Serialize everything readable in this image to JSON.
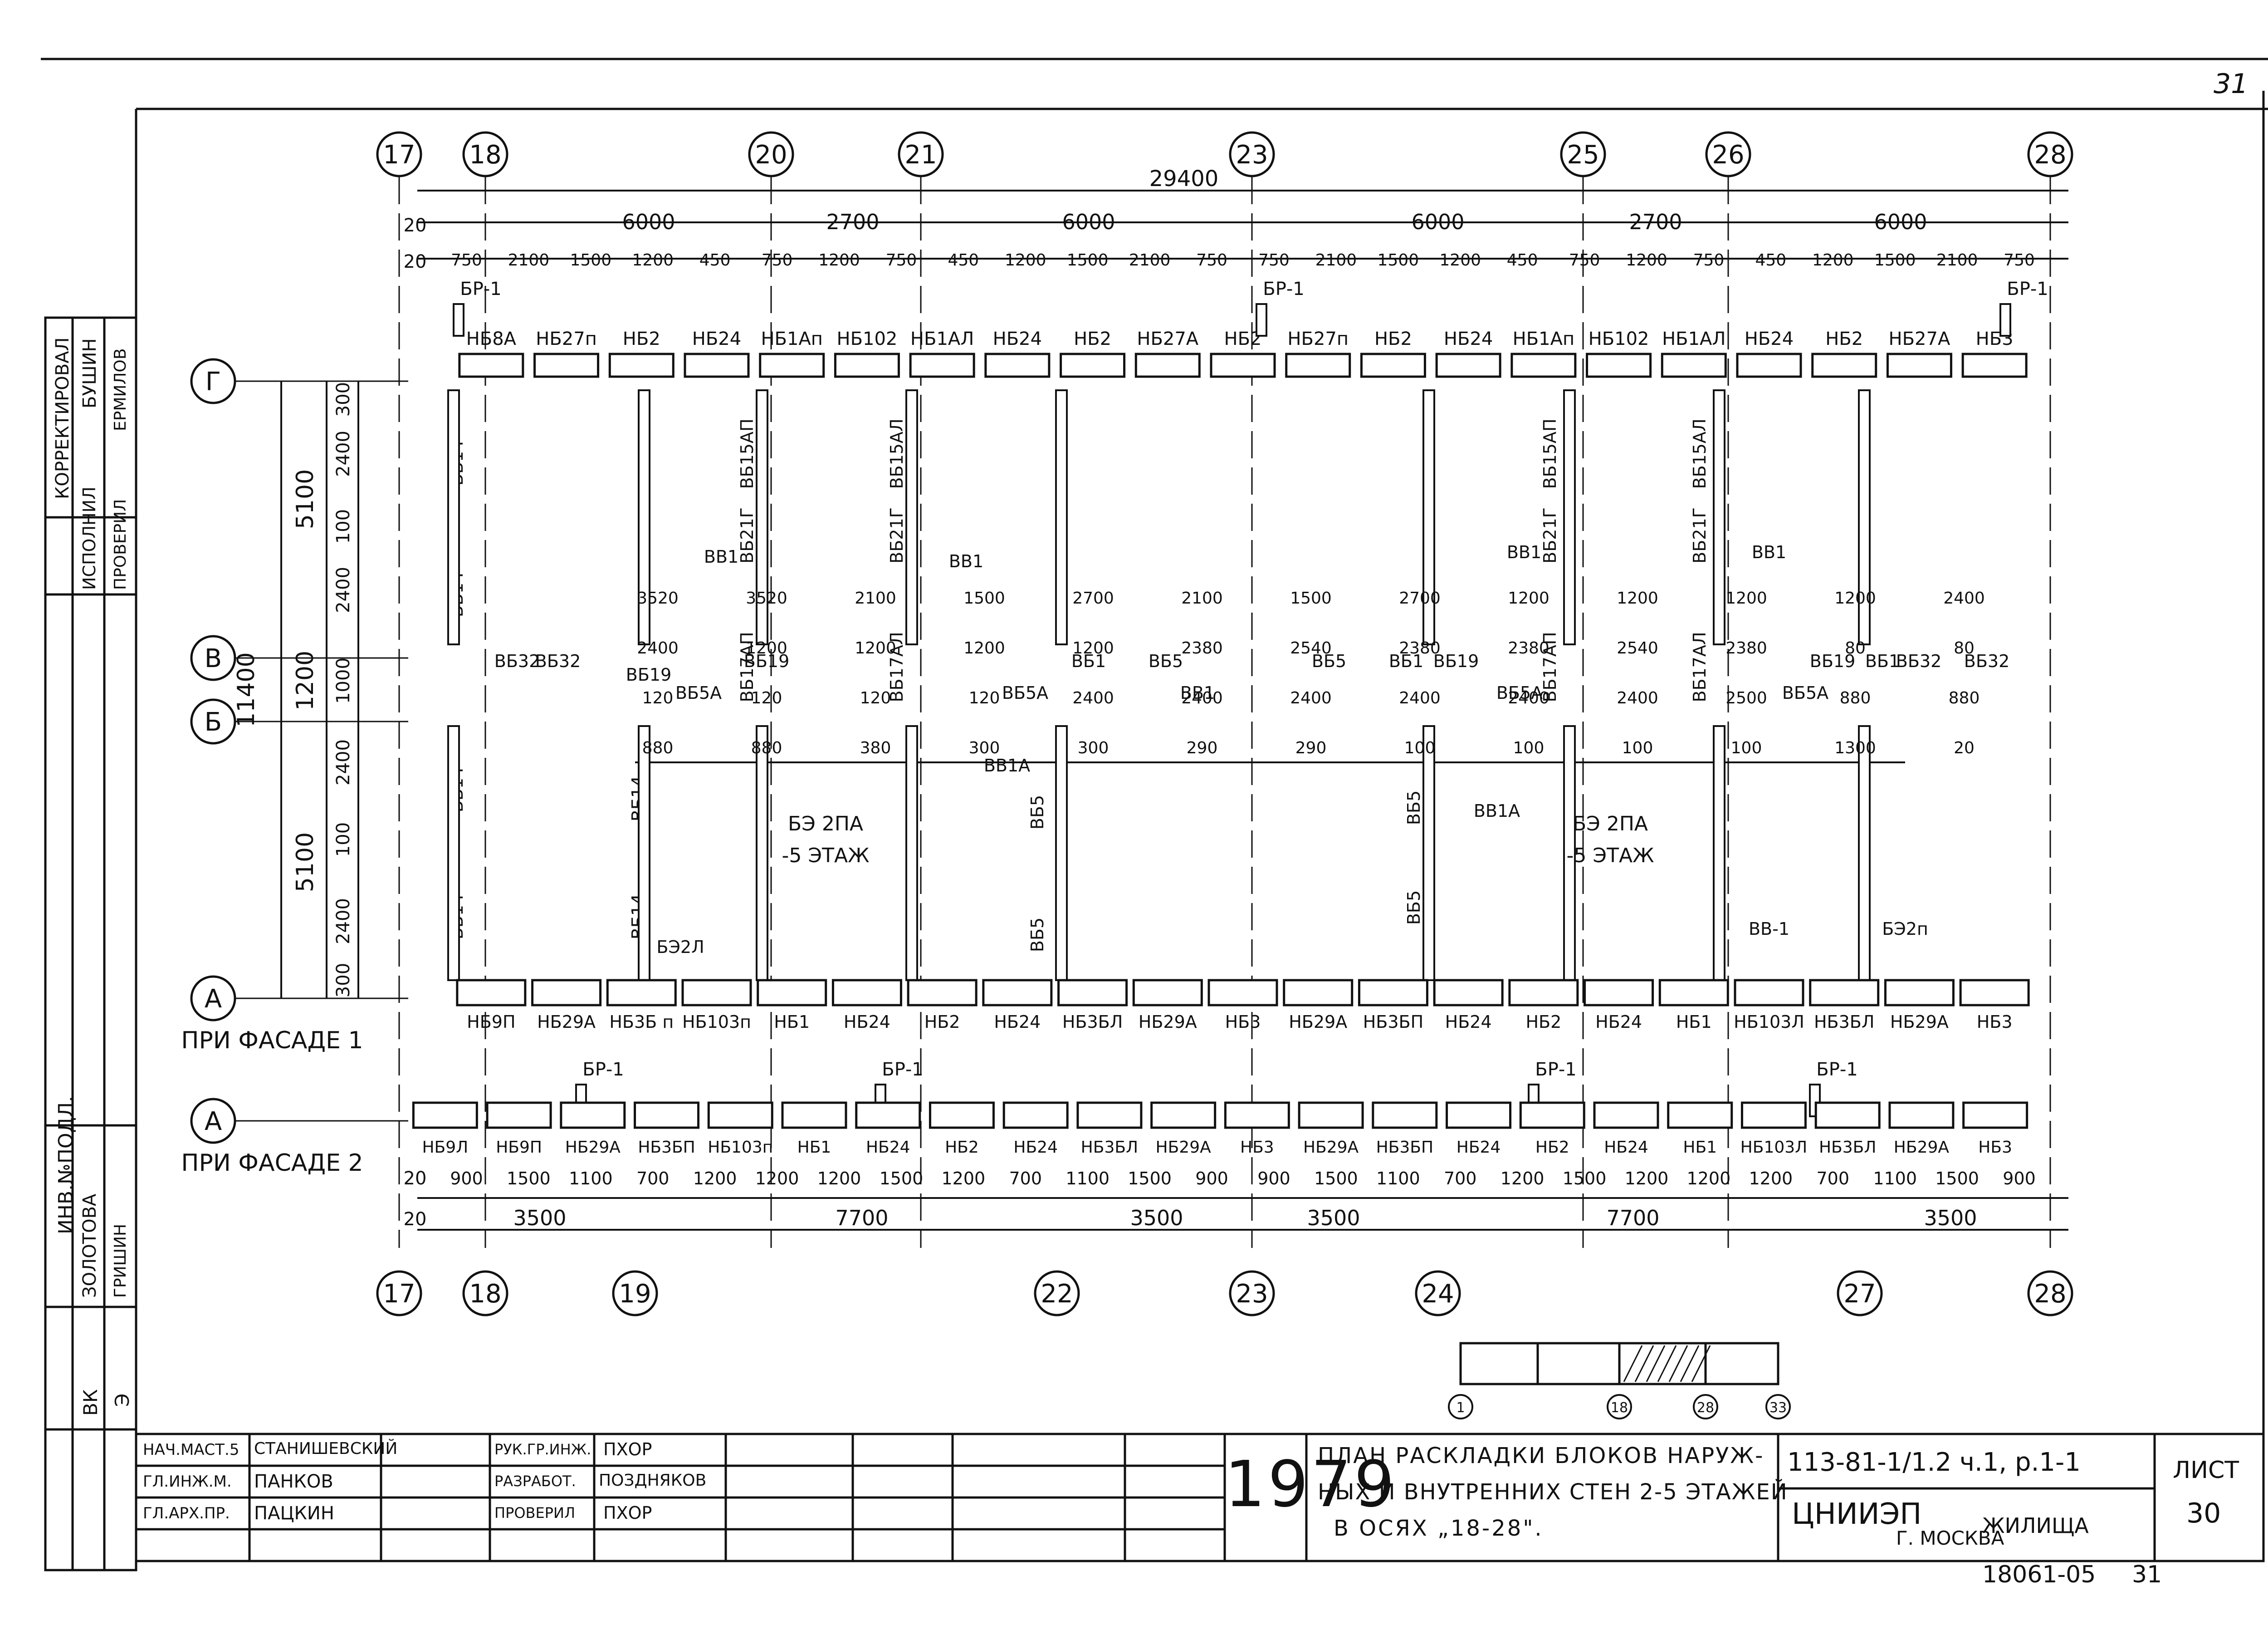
{
  "page_number_top": "31",
  "page_number_bottom": "31",
  "overall_dim": "29400",
  "upper_axes": [
    "17",
    "18",
    "20",
    "21",
    "23",
    "25",
    "26",
    "28"
  ],
  "lower_axes": [
    "17",
    "18",
    "19",
    "22",
    "23",
    "24",
    "27",
    "28"
  ],
  "row_axes": [
    "Г",
    "В",
    "Б",
    "А",
    "А"
  ],
  "dim_top_20": "20",
  "dim_top_row1": [
    "6000",
    "2700",
    "6000",
    "6000",
    "2700",
    "6000"
  ],
  "dim_top_row2": [
    "750",
    "2100",
    "1500",
    "1200",
    "450",
    "750",
    "1200",
    "750",
    "450",
    "1200",
    "1500",
    "2100",
    "750",
    "750",
    "2100",
    "1500",
    "1200",
    "450",
    "750",
    "1200",
    "750",
    "450",
    "1200",
    "1500",
    "2100",
    "750"
  ],
  "dim_bottom_row1": [
    "900",
    "1500",
    "1100",
    "700",
    "1200",
    "1200",
    "1200",
    "1500",
    "1200",
    "700",
    "1100",
    "1500",
    "900",
    "900",
    "1500",
    "1100",
    "700",
    "1200",
    "1500",
    "1200",
    "1200",
    "1200",
    "700",
    "1100",
    "1500",
    "900"
  ],
  "dim_bottom_row2": [
    "3500",
    "7700",
    "3500",
    "3500",
    "7700",
    "3500"
  ],
  "dim_left": [
    "11400",
    "5100",
    "5100",
    "1200",
    "300",
    "2400",
    "100",
    "2400",
    "1000",
    "2400",
    "100",
    "2400",
    "300"
  ],
  "top_blocks": [
    "НБ8А",
    "НБ27п",
    "НБ2",
    "НБ24",
    "НБ1Ап",
    "НБ102",
    "НБ1АЛ",
    "НБ24",
    "НБ2",
    "НБ27А",
    "НБ2",
    "НБ27п",
    "НБ2",
    "НБ24",
    "НБ1Ап",
    "НБ102",
    "НБ1АЛ",
    "НБ24",
    "НБ2",
    "НБ27А",
    "НБ3"
  ],
  "facade1_blocks": [
    "НБ9П",
    "НБ29А",
    "НБ3Б п",
    "НБ103п",
    "НБ1",
    "НБ24",
    "НБ2",
    "НБ24",
    "НБ3БЛ",
    "НБ29А",
    "НБ3",
    "НБ29А",
    "НБ3БП",
    "НБ24",
    "НБ2",
    "НБ24",
    "НБ1",
    "НБ103Л",
    "НБ3БЛ",
    "НБ29А",
    "НБ3"
  ],
  "facade2_blocks": [
    "НБ9Л",
    "НБ9П",
    "НБ29А",
    "НБ3БП",
    "НБ103п",
    "НБ1",
    "НБ24",
    "НБ2",
    "НБ24",
    "НБ3БЛ",
    "НБ29А",
    "НБ3",
    "НБ29А",
    "НБ3БП",
    "НБ24",
    "НБ2",
    "НБ24",
    "НБ1",
    "НБ103Л",
    "НБ3БЛ",
    "НБ29А",
    "НБ3"
  ],
  "br_label": "БР-1",
  "facade1_label": "ПРИ ФАСАДЕ 1",
  "facade2_label": "ПРИ ФАСАДЕ 2",
  "inner_labels": [
    "ВБ14",
    "ВБ14",
    "ВБ14",
    "ВБ14",
    "ВБ14",
    "ВБ14",
    "ВБ14",
    "ВБ14",
    "ВБ15АП",
    "ВБ21Г",
    "ВБ17АП",
    "ВБ15АЛ",
    "ВБ21Г",
    "ВБ17АЛ",
    "ВБ15АП",
    "ВБ21Г",
    "ВБ17АП",
    "ВБ15АЛ",
    "ВБ21Г",
    "ВБ17АЛ",
    "ВБ5А",
    "ВБ5А",
    "ВБ5А",
    "ВБ5А",
    "ВБ5",
    "ВБ5",
    "ВБ5",
    "ВБ5",
    "ВБ5",
    "ВБ5",
    "ВБ1",
    "ВБ1",
    "ВБ1",
    "ВБ19",
    "ВБ19",
    "ВБ19",
    "ВБ19",
    "ВБ32",
    "ВБ32",
    "ВБ32",
    "ВБ32",
    "ВВ1",
    "ВВ1",
    "ВВ1",
    "ВВ1",
    "ВВ1",
    "ВВ1А",
    "ВВ1А",
    "ВВ-1",
    "БЭ2п",
    "БЭ2Л"
  ],
  "inner_dims": [
    "3520",
    "3520",
    "2100",
    "1500",
    "2700",
    "2100",
    "1500",
    "2700",
    "1200",
    "1200",
    "1200",
    "1200",
    "2400",
    "2400",
    "1200",
    "1200",
    "1200",
    "1200",
    "2380",
    "2540",
    "2380",
    "2380",
    "2540",
    "2380",
    "80",
    "80",
    "120",
    "120",
    "120",
    "120",
    "2400",
    "2400",
    "2400",
    "2400",
    "2400",
    "2400",
    "2500",
    "880",
    "880",
    "880",
    "880",
    "380",
    "300",
    "300",
    "290",
    "290",
    "100",
    "100",
    "100",
    "100",
    "1300",
    "20"
  ],
  "be_note_1": "БЭ 2ПА",
  "be_note_2": "-5 ЭТАЖ",
  "be_note_3": "БЭ 2ПА",
  "be_note_4": "-5 ЭТАЖ",
  "key_plan_axes": [
    "1",
    "18",
    "28",
    "33"
  ],
  "left_stamp": {
    "rows": [
      "КОРРЕКТИРОВАЛ",
      "ИСПОЛНИЛ",
      "ПРОВЕРИЛ",
      "БУШИН",
      "ЕРМИЛОВ",
      "ВК",
      "Э",
      "ЗОЛОТОВА",
      "ГРИШИН",
      "ИНВ.№ПОДЛ."
    ]
  },
  "title_block": {
    "roles": [
      "НАЧ.МАСТ.5",
      "ГЛ.ИНЖ.М.",
      "ГЛ.АРХ.ПР."
    ],
    "names": [
      "СТАНИШЕВСКИЙ",
      "ПАНКОВ",
      "ПАЦКИН"
    ],
    "roles2": [
      "РУК.ГР.ИНЖ.",
      "РАЗРАБОТ.",
      "ПРОВЕРИЛ"
    ],
    "names2": [
      "ПХОР",
      "ПОЗДНЯКОВ",
      "ПХОР"
    ],
    "year": "1979",
    "title_lines": [
      "ПЛАН РАСКЛАДКИ БЛОКОВ НАРУЖ-",
      "НЫХ И ВНУТРЕННИХ СТЕН 2-5 ЭТАЖЕЙ",
      "В ОСЯХ „18-28\"."
    ],
    "doc_code": "113-81-1/1.2 ч.1, р.1-1",
    "org": "ЦНИИЭП",
    "org_sub": "ЖИЛИЩА",
    "city": "Г. МОСКВА",
    "sheet_label": "ЛИСТ",
    "sheet_no": "30",
    "archive_no": "18061-05"
  }
}
